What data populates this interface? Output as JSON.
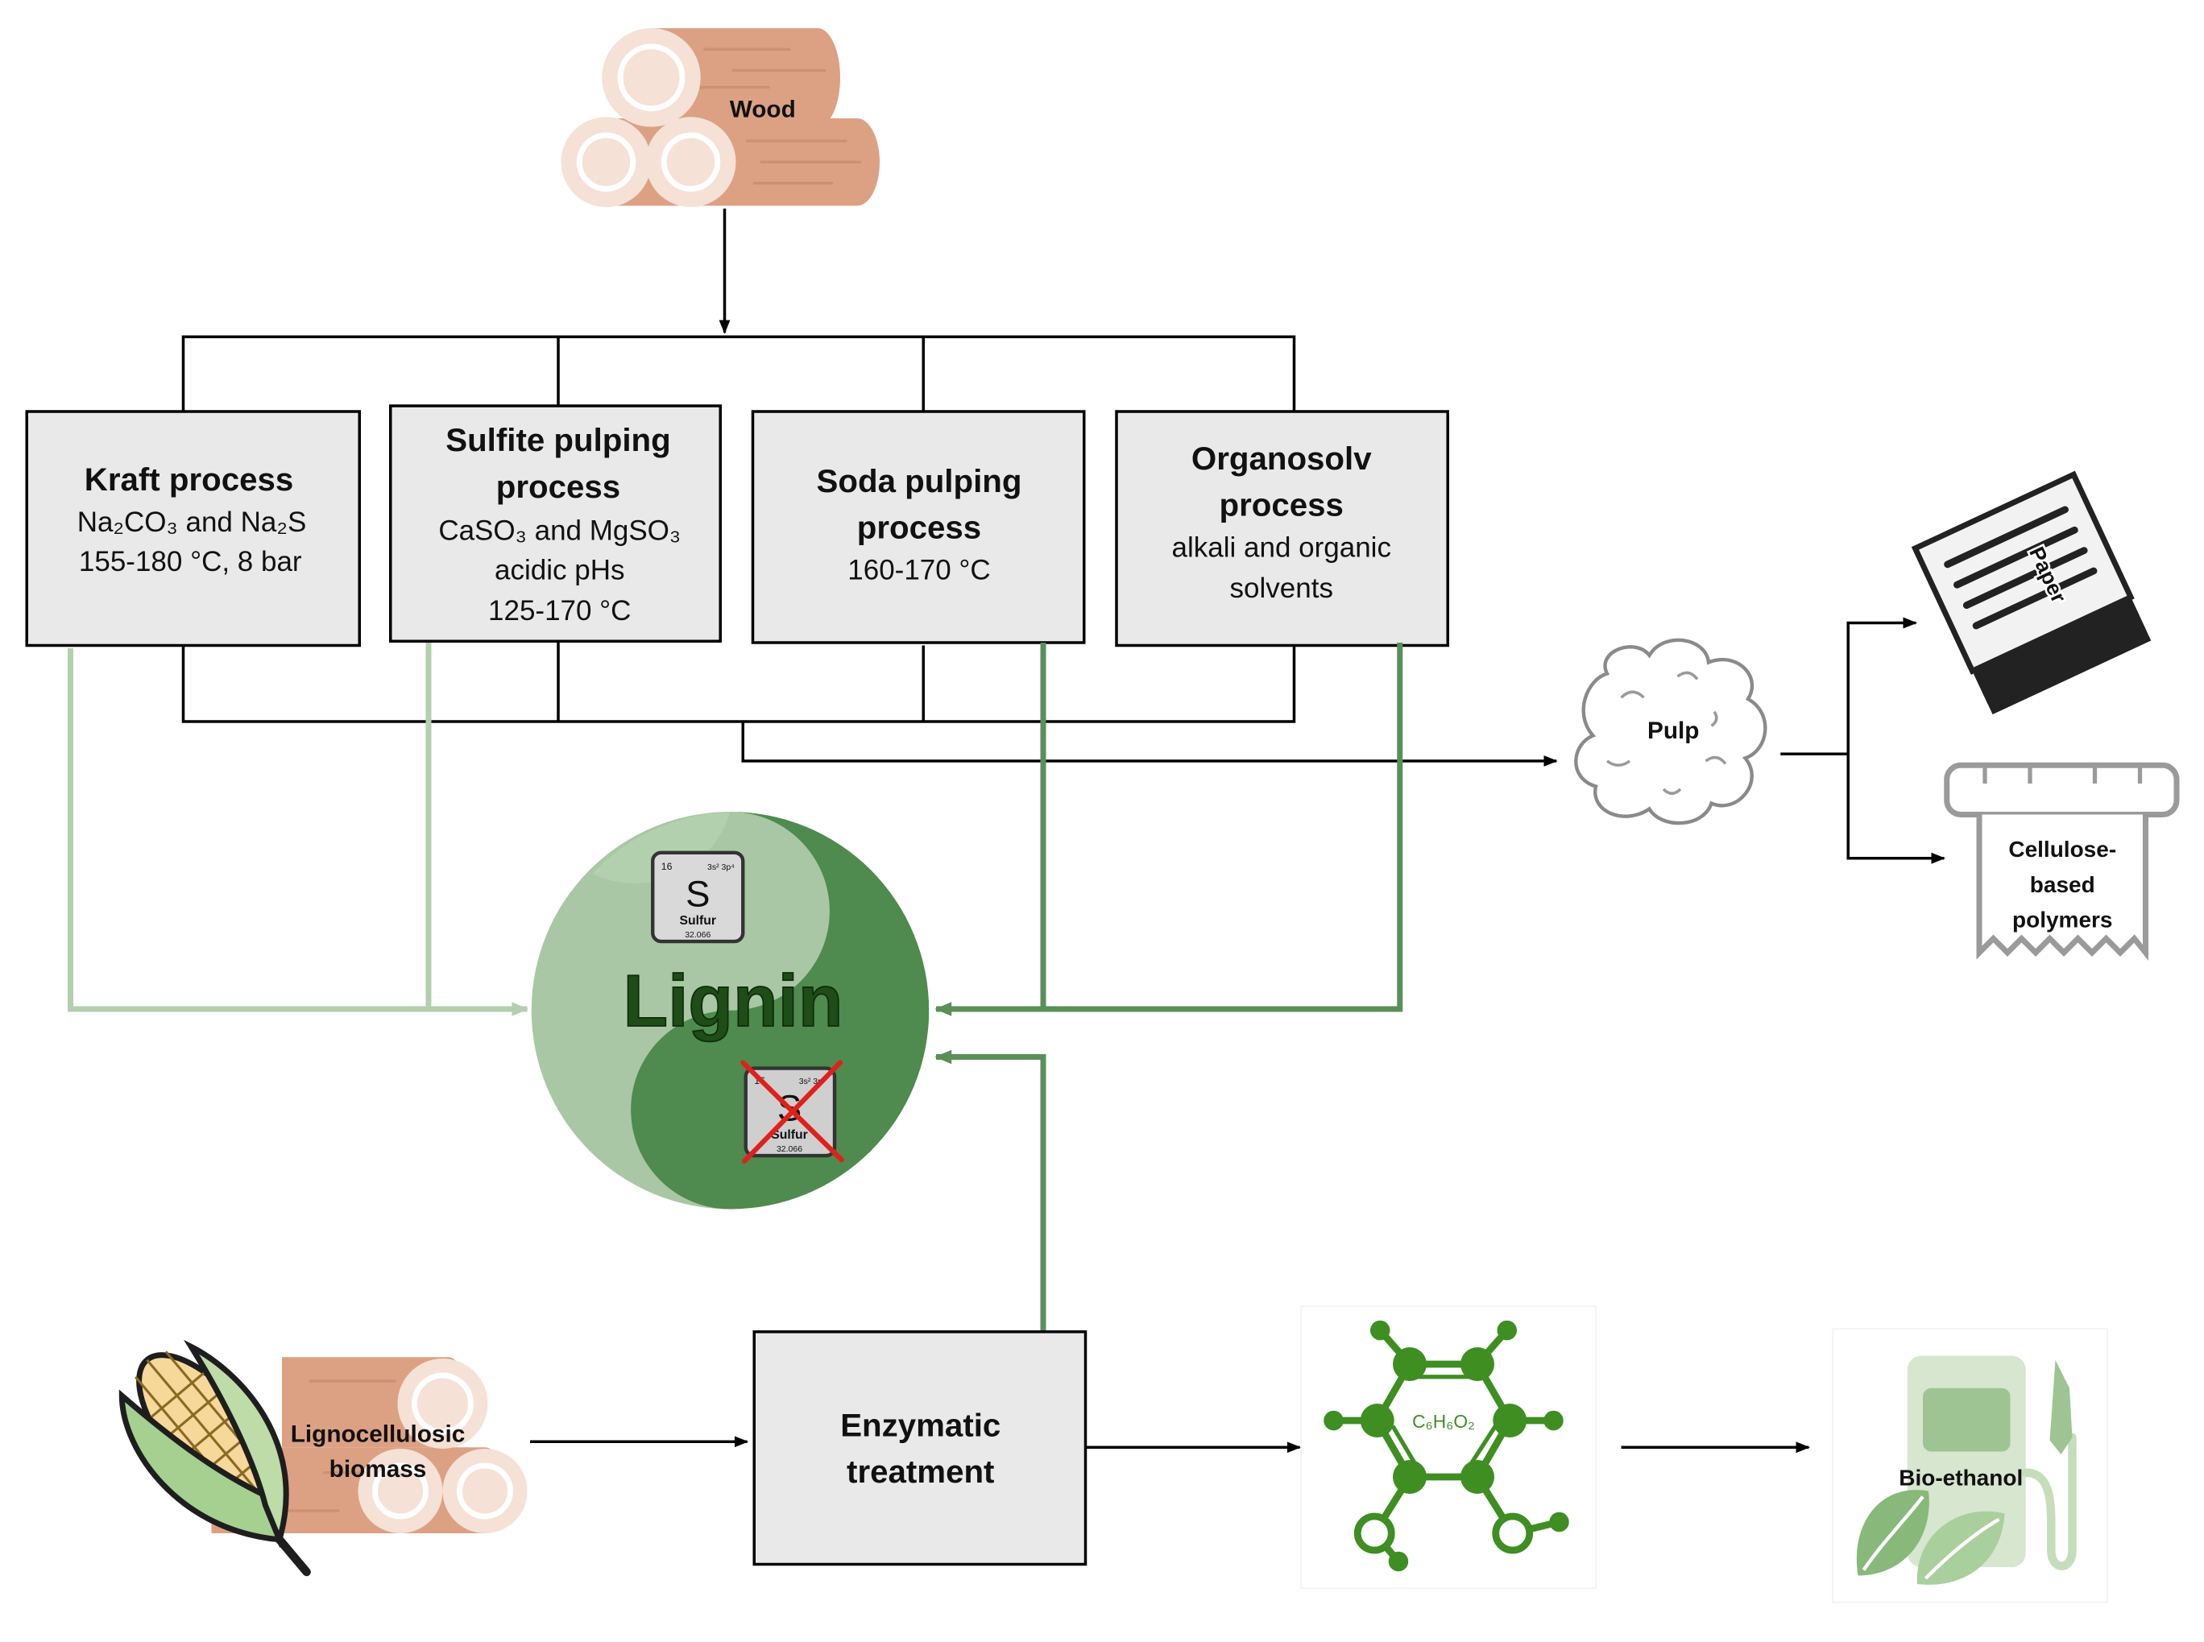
{
  "wood": {
    "label": "Wood"
  },
  "processes": [
    {
      "title_l1": "Kraft process",
      "title_l2": "",
      "chem": "Na₂CO₃ and Na₂S",
      "cond1": "155-180 °C, 8 bar",
      "cond2": ""
    },
    {
      "title_l1": "Sulfite pulping",
      "title_l2": "process",
      "chem": "CaSO₃ and MgSO₃",
      "cond1": "acidic pHs",
      "cond2": "125-170 °C"
    },
    {
      "title_l1": "Soda pulping",
      "title_l2": "process",
      "chem": "160-170 °C",
      "cond1": "",
      "cond2": ""
    },
    {
      "title_l1": "Organosolv",
      "title_l2": "process",
      "chem": "alkali and organic",
      "cond1": "solvents",
      "cond2": ""
    }
  ],
  "pulp": {
    "label": "Pulp"
  },
  "paper": {
    "label": "Paper"
  },
  "cellulose": {
    "l1": "Cellulose-",
    "l2": "based",
    "l3": "polymers"
  },
  "lignin": {
    "label": "Lignin"
  },
  "sulfur_tile": {
    "number": "16",
    "config": "3s² 3p⁴",
    "symbol": "S",
    "name": "Sulfur",
    "mass": "32.066"
  },
  "biomass": {
    "l1": "Lignocellulosic",
    "l2": "biomass"
  },
  "enzymatic": {
    "l1": "Enzymatic",
    "l2": "treatment"
  },
  "molecule": {
    "formula": "C₆H₆O₂"
  },
  "bioethanol": {
    "label": "Bio-ethanol"
  },
  "colors": {
    "light_green": "#b3cfae",
    "dark_green": "#5a8f59",
    "wood": "#dca183",
    "wood_end": "#f5e1d6",
    "box_fill": "#e9e9e9",
    "chem_green": "#3e8e22"
  }
}
